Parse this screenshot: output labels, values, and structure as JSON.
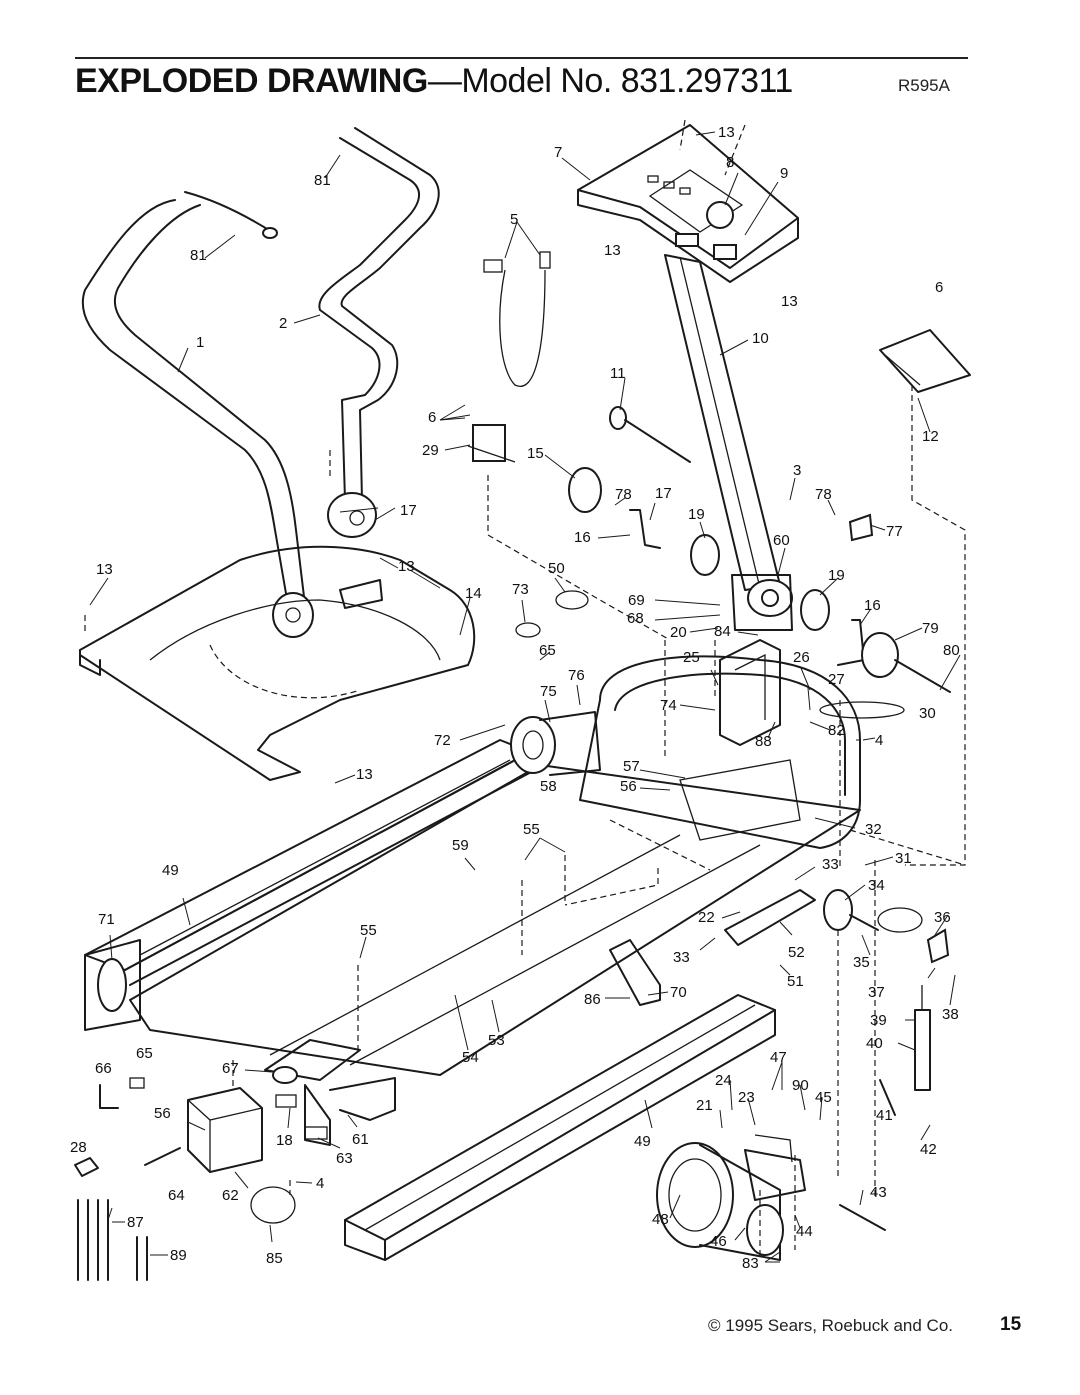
{
  "header": {
    "title_main": "EXPLODED DRAWING",
    "title_model": "—Model No. 831.297311",
    "drawing_code": "R595A"
  },
  "footer": {
    "copyright": "© 1995 Sears, Roebuck and Co.",
    "page_number": "15"
  },
  "callouts": {
    "c1": "1",
    "c2": "2",
    "c3": "3",
    "c4a": "4",
    "c4b": "4",
    "c5": "5",
    "c6a": "6",
    "c6b": "6",
    "c7": "7",
    "c8": "8",
    "c9": "9",
    "c10": "10",
    "c11": "11",
    "c12": "12",
    "c13a": "13",
    "c13b": "13",
    "c13c": "13",
    "c13d": "13",
    "c13e": "13",
    "c13f": "13",
    "c14": "14",
    "c15": "15",
    "c16a": "16",
    "c16b": "16",
    "c17a": "17",
    "c17b": "17",
    "c18": "18",
    "c19a": "19",
    "c19b": "19",
    "c20": "20",
    "c21": "21",
    "c22": "22",
    "c23": "23",
    "c24": "24",
    "c25": "25",
    "c26": "26",
    "c27": "27",
    "c28": "28",
    "c29": "29",
    "c30": "30",
    "c31": "31",
    "c32": "32",
    "c33a": "33",
    "c33b": "33",
    "c34": "34",
    "c35": "35",
    "c36": "36",
    "c37": "37",
    "c38": "38",
    "c39": "39",
    "c40": "40",
    "c41": "41",
    "c42": "42",
    "c43": "43",
    "c44": "44",
    "c45": "45",
    "c46": "46",
    "c47": "47",
    "c48": "48",
    "c49a": "49",
    "c49b": "49",
    "c50": "50",
    "c51": "51",
    "c52": "52",
    "c53": "53",
    "c54": "54",
    "c55a": "55",
    "c55b": "55",
    "c56a": "56",
    "c56b": "56",
    "c57": "57",
    "c58": "58",
    "c59": "59",
    "c60": "60",
    "c61": "61",
    "c62": "62",
    "c63": "63",
    "c64": "64",
    "c65a": "65",
    "c65b": "65",
    "c66": "66",
    "c67": "67",
    "c68": "68",
    "c69": "69",
    "c70": "70",
    "c71": "71",
    "c72": "72",
    "c73": "73",
    "c74": "74",
    "c75": "75",
    "c76": "76",
    "c77": "77",
    "c78a": "78",
    "c78b": "78",
    "c79": "79",
    "c80": "80",
    "c81a": "81",
    "c81b": "81",
    "c82": "82",
    "c83": "83",
    "c84": "84",
    "c85": "85",
    "c86": "86",
    "c87": "87",
    "c88": "88",
    "c89": "89",
    "c90": "90"
  }
}
